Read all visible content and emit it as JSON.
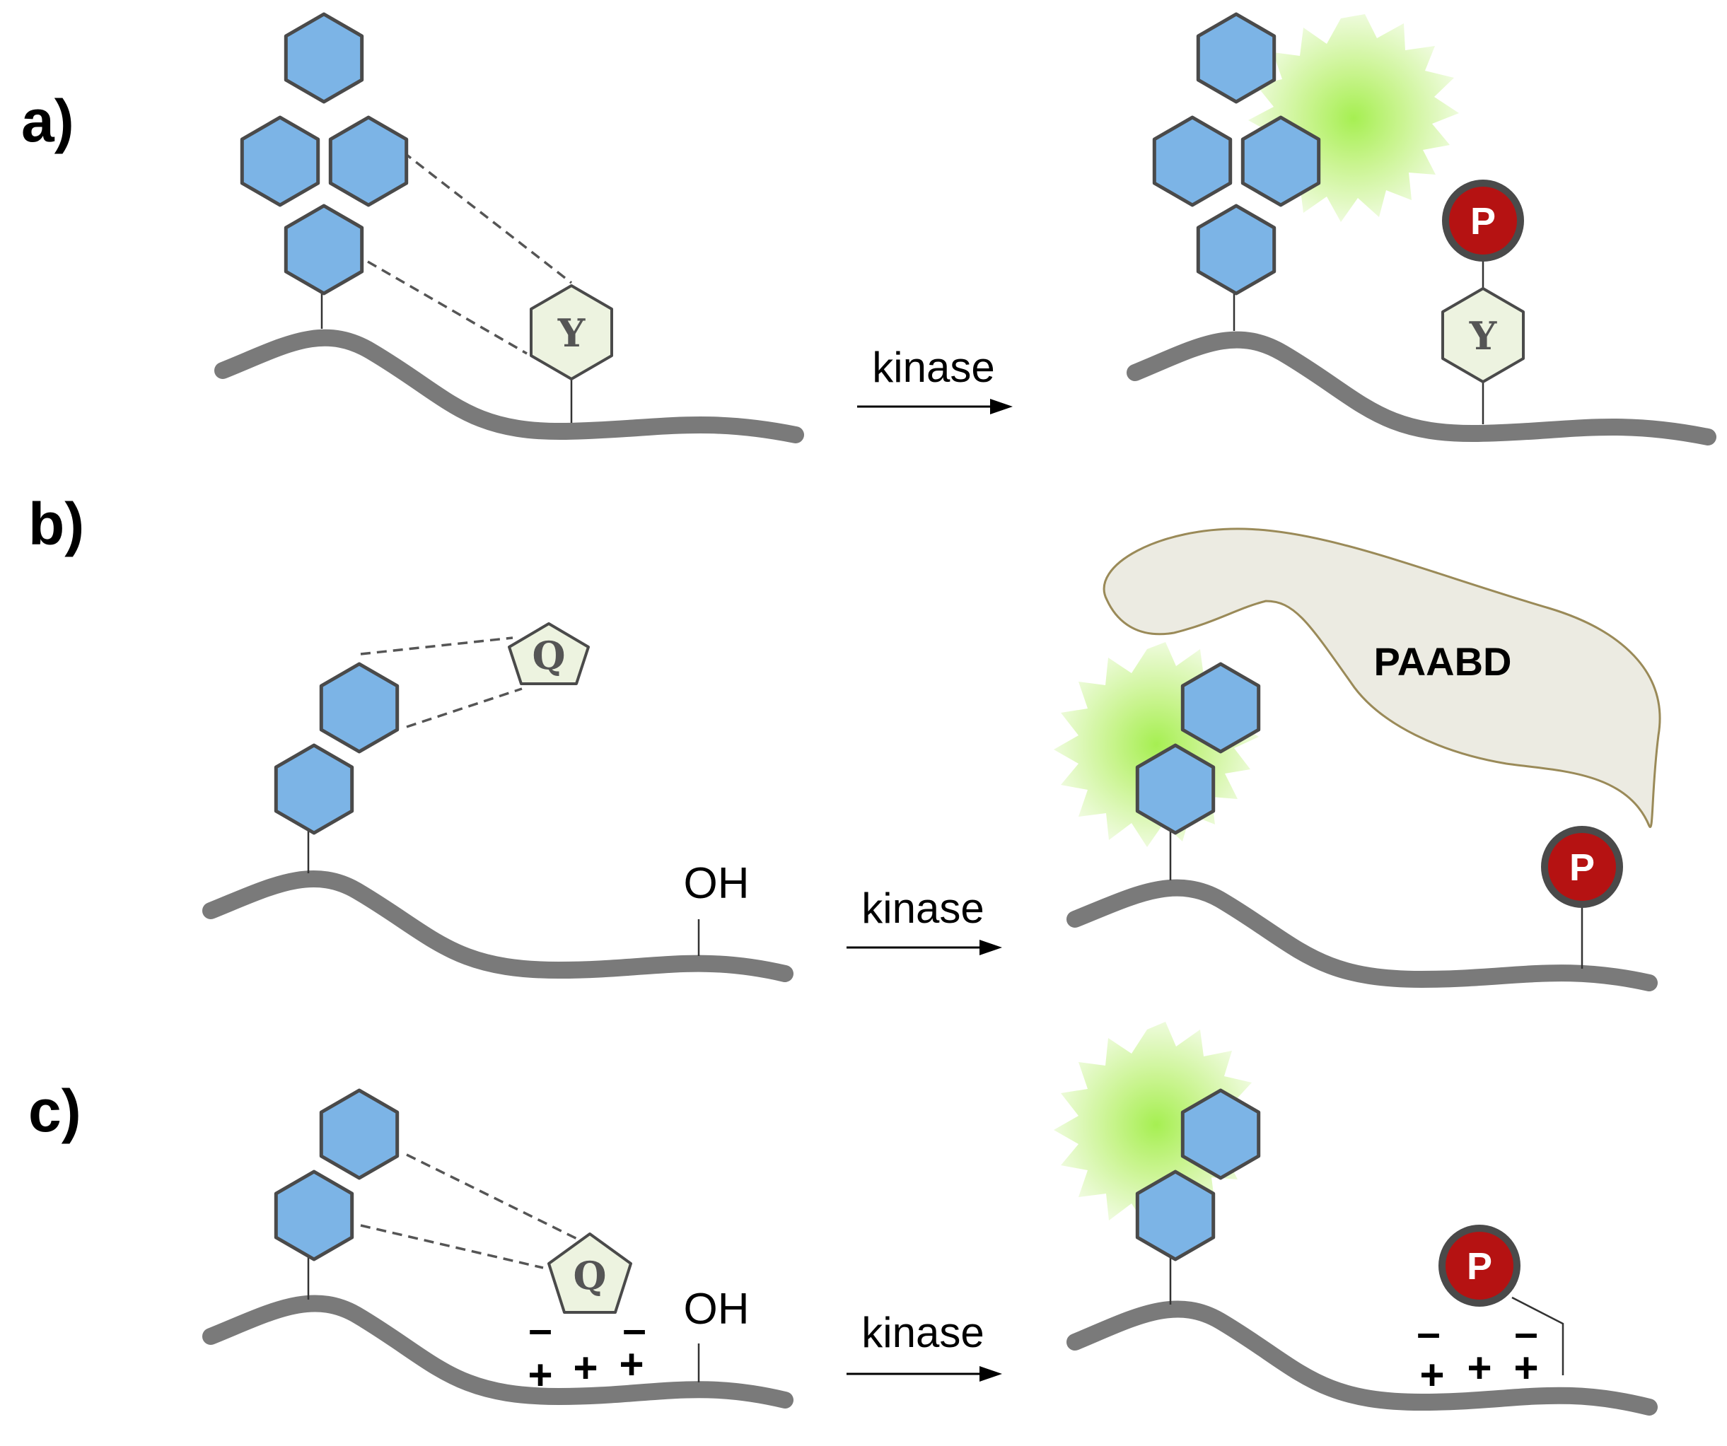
{
  "figure": {
    "panels": [
      {
        "label": "a)",
        "arrow_label": "kinase",
        "quencher_left": "Y",
        "quencher_right": "Y",
        "phospho": "P"
      },
      {
        "label": "b)",
        "arrow_label": "kinase",
        "quencher_left": "Q",
        "hydroxyl": "OH",
        "phospho": "P",
        "binding_domain": "PAABD"
      },
      {
        "label": "c)",
        "arrow_label": "kinase",
        "quencher_left": "Q",
        "hydroxyl": "OH",
        "phospho": "P",
        "charges_left": {
          "minus1": "–",
          "minus2": "–",
          "plus1": "+",
          "plus2": "+",
          "plus3": "+"
        },
        "charges_right": {
          "minus1": "–",
          "minus2": "–",
          "plus1": "+",
          "plus2": "+",
          "plus3": "+"
        }
      }
    ],
    "colors": {
      "fluorophore": "#7cb4e6",
      "glow": "#b8ec6a",
      "phosphate": "#b51212",
      "backbone": "#7a7a7a",
      "quencher": "#edf3e0",
      "binding_domain": "#ecebe2"
    }
  }
}
